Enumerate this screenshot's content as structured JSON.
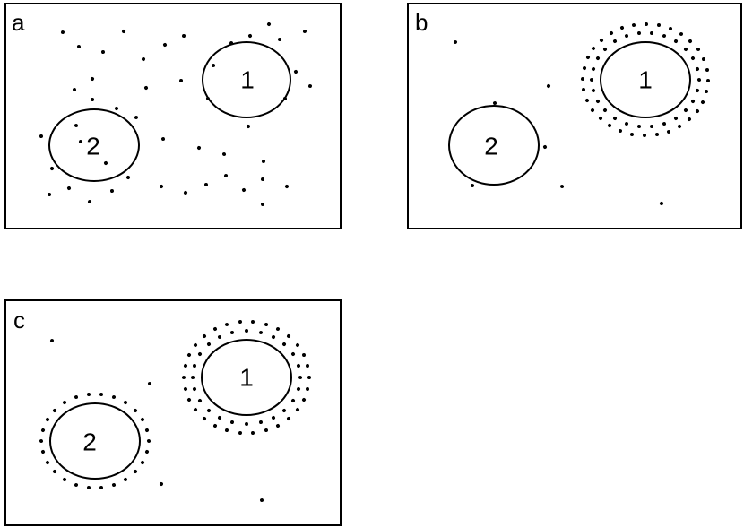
{
  "panels": {
    "a": {
      "label": "a",
      "cell1": "1",
      "cell2": "2"
    },
    "b": {
      "label": "b",
      "cell1": "1",
      "cell2": "2"
    },
    "c": {
      "label": "c",
      "cell1": "1",
      "cell2": "2"
    }
  },
  "colors": {
    "ink": "#000000",
    "background": "#ffffff"
  },
  "icons": {
    "molecule": "y-shaped-molecule-icon"
  }
}
